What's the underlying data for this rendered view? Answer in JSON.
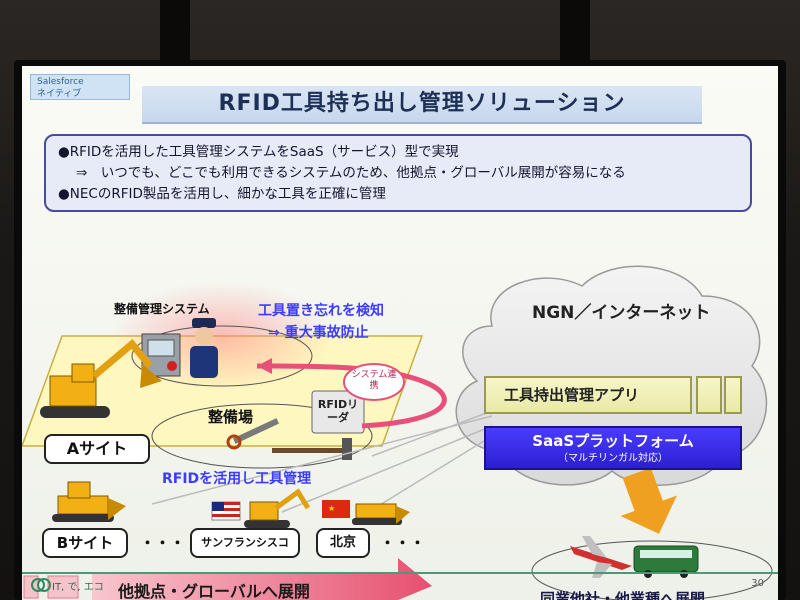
{
  "slide": {
    "badge_line1": "Salesforce",
    "badge_line2": "ネイティブ",
    "title": "RFID工具持ち出し管理ソリューション",
    "bullets": [
      "●RFIDを活用した工具管理システムをSaaS（サービス）型で実現",
      "⇒　いつでも、どこでも利用できるシステムのため、他拠点・グローバル展開が容易になる",
      "●NECのRFID製品を活用し、細かな工具を正確に管理"
    ],
    "maintenance_system": "整備管理システム",
    "note_detect": "工具置き忘れを検知",
    "note_prevent": "⇒ 重大事故防止",
    "system_link": "システム連携",
    "workshop": "整備場",
    "rfid_reader": "RFIDリーダ",
    "site_a": "Aサイト",
    "rfid_manage": "RFIDを活用し工具管理",
    "cloud_title": "NGN／インターネット",
    "app_label": "工具持出管理アプリ",
    "saas_label": "SaaSプラットフォーム",
    "saas_sub": "（マルチリンガル対応）",
    "site_b": "Bサイト",
    "ellipsis": "・・・",
    "san_francisco": "サンフランシスコ",
    "beijing": "北京",
    "expand_global": "他拠点・グローバルへ展開",
    "expand_industry": "同業他社・他業種へ展開",
    "footer_eco": "IT, で, エコ",
    "page_number": "30"
  },
  "colors": {
    "accent_blue": "#3c3cff",
    "saas_blue": "#2c1fcf",
    "arrow_pink": "#e8507a",
    "arrow_orange": "#f0a020"
  }
}
